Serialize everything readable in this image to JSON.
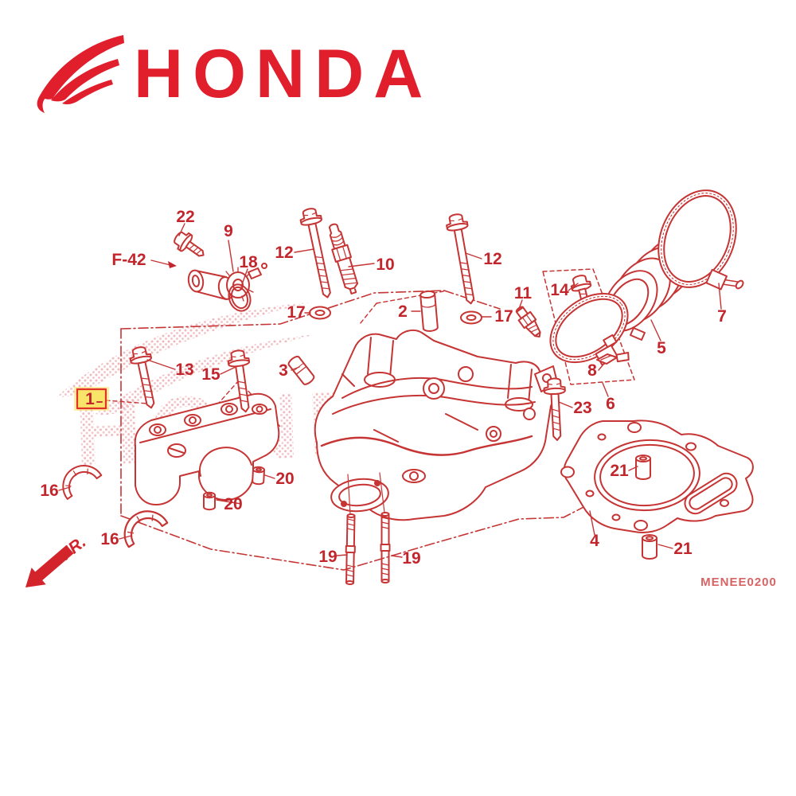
{
  "brand": {
    "name": "HONDA",
    "logo_color": "#e01e2c"
  },
  "watermark": {
    "text": "HONDA",
    "dot_color": "#eeb2b6"
  },
  "diagram": {
    "code": "MENEE0200",
    "fig_ref": "F-42",
    "front_label": "FR.",
    "highlighted_part": "1",
    "colors": {
      "line_red": "#c63434",
      "label_red": "#c2262c",
      "highlight_yellow": "#f9e46a",
      "highlight_border": "#e03226"
    },
    "callouts": {
      "n22": "22",
      "n9": "9",
      "n18": "18",
      "n12a": "12",
      "n10": "10",
      "n12b": "12",
      "n17a": "17",
      "n2": "2",
      "n17b": "17",
      "n11": "11",
      "n14": "14",
      "n5": "5",
      "n7": "7",
      "n8": "8",
      "n6": "6",
      "n23": "23",
      "n13": "13",
      "n15": "15",
      "n3": "3",
      "n1": "1",
      "n20a": "20",
      "n20b": "20",
      "n16a": "16",
      "n16b": "16",
      "n19a": "19",
      "n19b": "19",
      "n4": "4",
      "n21a": "21",
      "n21b": "21"
    }
  }
}
